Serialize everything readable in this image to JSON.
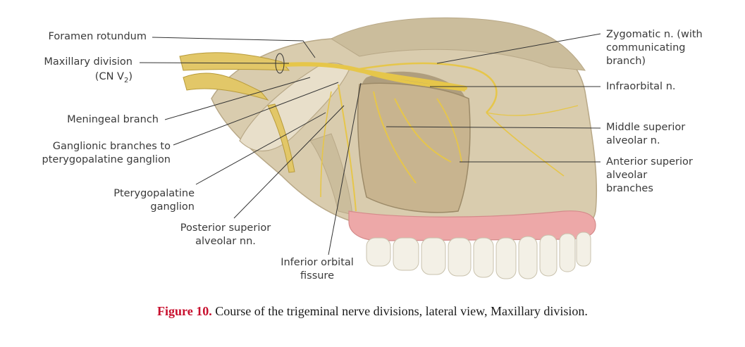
{
  "labels": {
    "foramen_rotundum": "Foramen rotundum",
    "maxillary_division": "Maxillary division",
    "cn_v": "(CN V",
    "cn_v_sub": "2",
    "cn_v_close": ")",
    "meningeal_branch": "Meningeal branch",
    "ganglionic_branches": "Ganglionic branches to\npterygopalatine ganglion",
    "pterygopalatine_ganglion": "Pterygopalatine\nganglion",
    "posterior_superior_alveolar": "Posterior superior\nalveolar nn.",
    "inferior_orbital_fissure": "Inferior orbital\nfissure",
    "zygomatic_n": "Zygomatic n. (with\ncommunicating\nbranch)",
    "infraorbital_n": "Infraorbital n.",
    "middle_superior_alveolar": "Middle superior\nalveolar n.",
    "anterior_superior_alveolar": "Anterior superior\nalveolar\nbranches"
  },
  "caption": {
    "number": "Figure 10.",
    "text": " Course of the trigeminal nerve divisions, lateral view, Maxillary division."
  },
  "colors": {
    "bone": "#d9ccae",
    "bone_shadow": "#b8a887",
    "nerve": "#e6c64a",
    "gum": "#eda8a8",
    "tooth": "#f3f0e6",
    "caption_number": "#c8102e",
    "leader_line": "#333333"
  }
}
